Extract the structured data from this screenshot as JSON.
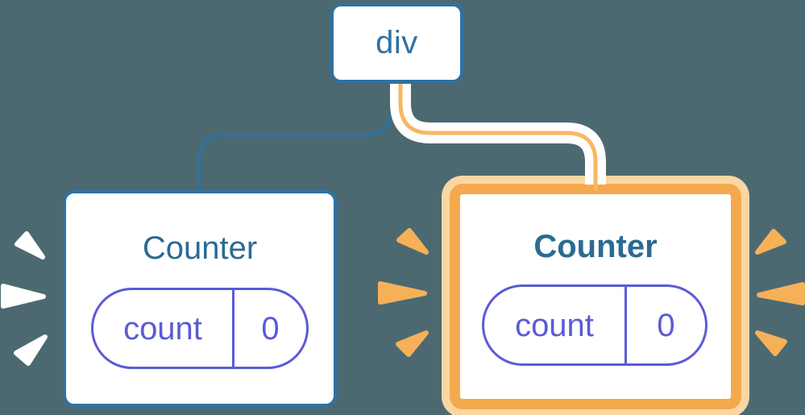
{
  "diagram": {
    "description": "Component tree: a div root with two Counter children; the right Counter is highlighted as re-rendered with state preserved",
    "root_node": {
      "label": "div"
    },
    "left_counter": {
      "title": "Counter",
      "highlighted": false,
      "state": {
        "label": "count",
        "value": "0"
      }
    },
    "right_counter": {
      "title": "Counter",
      "highlighted": true,
      "state": {
        "label": "count",
        "value": "0"
      }
    }
  },
  "colors": {
    "background": "#4C6972",
    "node_border_blue": "#2E72A3",
    "title_blue": "#2A6B93",
    "state_pill_indigo": "#5B5BD6",
    "highlight_orange": "#F5A94E",
    "highlight_halo": "#FAD7A2",
    "connector_orange": "#F8B763",
    "spark_orange": "#F6B158",
    "spark_white": "#FFFFFF"
  }
}
